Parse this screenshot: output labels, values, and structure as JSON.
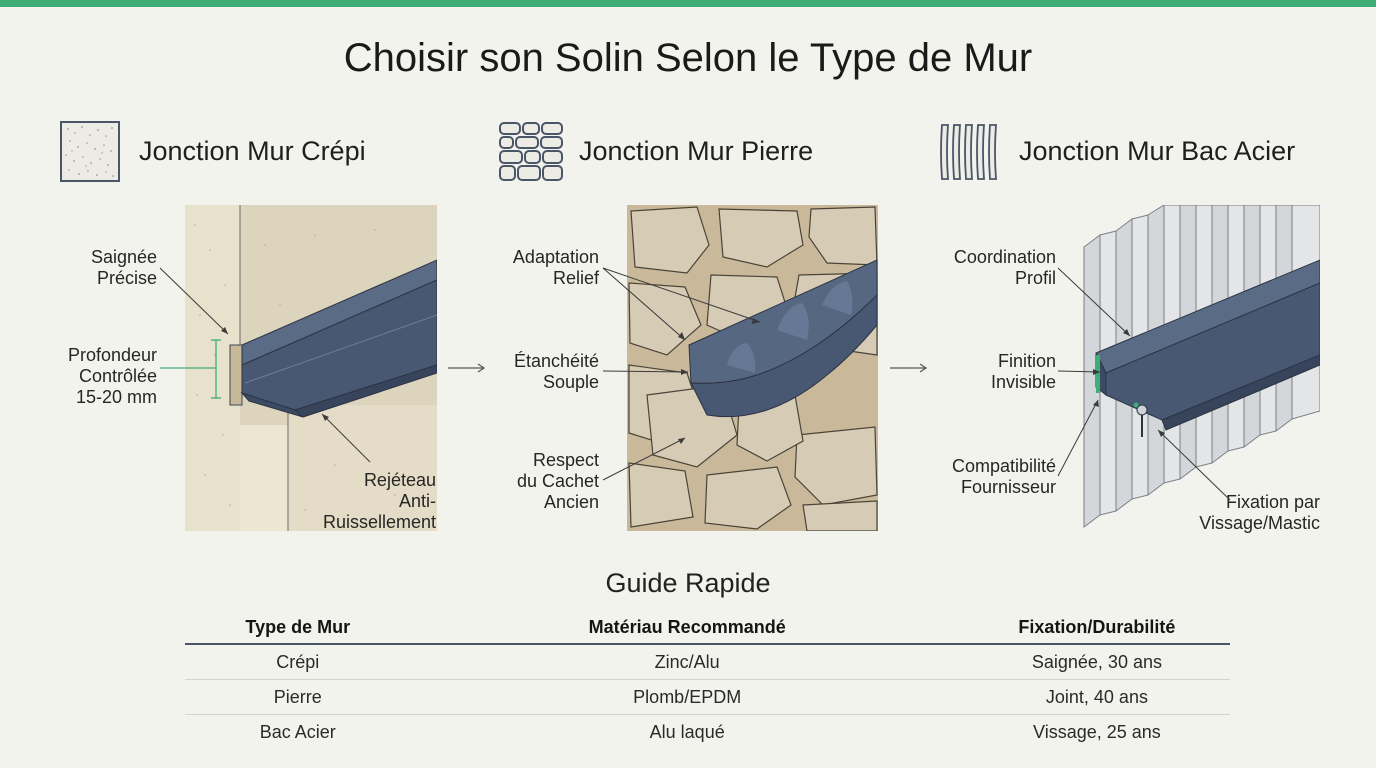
{
  "title": "Choisir son Solin Selon le Type de Mur",
  "sections": [
    {
      "title": "Jonction Mur Crépi",
      "icon": "stucco-texture-icon",
      "labels": [
        "Saignée\nPrécise",
        "Profondeur\nContrôlée\n15-20 mm",
        "Rejéteau\nAnti-\nRuissellement"
      ]
    },
    {
      "title": "Jonction Mur Pierre",
      "icon": "stone-wall-icon",
      "labels": [
        "Adaptation\nRelief",
        "Étanchéité\nSouple",
        "Respect\ndu Cachet\nAncien"
      ]
    },
    {
      "title": "Jonction Mur Bac Acier",
      "icon": "corrugated-steel-icon",
      "labels": [
        "Coordination\nProfil",
        "Finition\nInvisible",
        "Compatibilité\nFournisseur",
        "Fixation par\nVissage/Mastic"
      ]
    }
  ],
  "guide": {
    "title": "Guide Rapide",
    "headers": [
      "Type de Mur",
      "Matériau Recommandé",
      "Fixation/Durabilité"
    ],
    "rows": [
      [
        "Crépi",
        "Zinc/Alu",
        "Saignée, 30 ans"
      ],
      [
        "Pierre",
        "Plomb/EPDM",
        "Joint, 40 ans"
      ],
      [
        "Bac Acier",
        "Alu laqué",
        "Vissage, 25 ans"
      ]
    ]
  },
  "colors": {
    "accent": "#3fae76",
    "flashing": "#4a5a72",
    "stucco": "#e6dfca",
    "stone": "#d3c7b0",
    "steel": "#e3e5e6"
  }
}
